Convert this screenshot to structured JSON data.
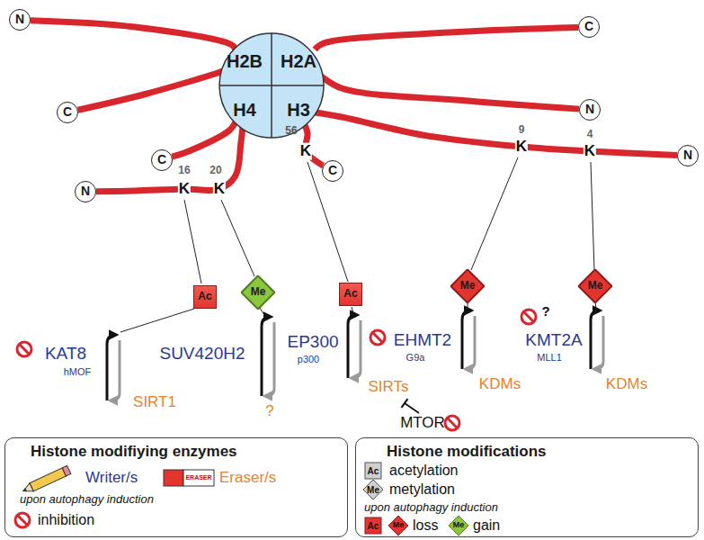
{
  "diagram": {
    "nodes": [
      {
        "text": [
          "N"
        ]
      },
      {
        "text": [
          "C"
        ]
      },
      {
        "text": [
          "H2B"
        ]
      },
      {
        "text": [
          "H2A"
        ]
      },
      {
        "text": [
          "C"
        ]
      },
      {
        "text": [
          "N"
        ]
      },
      {
        "text": [
          "H4"
        ]
      },
      {
        "text": [
          "H3"
        ]
      },
      {
        "text": [
          "C"
        ]
      },
      {
        "text": [
          "N"
        ]
      },
      {
        "text": [
          "C"
        ]
      },
      {
        "text": [
          "N"
        ]
      },
      {
        "text": [
          "Ac"
        ]
      },
      {
        "text": [
          "Me"
        ]
      },
      {
        "text": [
          "Ac"
        ]
      },
      {
        "text": [
          "Me"
        ]
      },
      {
        "text": [
          "Me"
        ]
      },
      {
        "text": [
          "Histone modifiying enzymes"
        ]
      },
      {
        "text": [
          "Histone modifications"
        ]
      }
    ],
    "edges": [
      {
        "from": 2,
        "to": 0,
        "arrow": "none"
      },
      {
        "from": 2,
        "to": 4,
        "arrow": "none"
      },
      {
        "from": 3,
        "to": 1,
        "arrow": "none"
      },
      {
        "from": 3,
        "to": 5,
        "arrow": "none"
      },
      {
        "from": 6,
        "to": 8,
        "arrow": "none"
      },
      {
        "from": 6,
        "to": 11,
        "arrow": "none"
      },
      {
        "from": 7,
        "to": 10,
        "arrow": "none"
      },
      {
        "from": 7,
        "to": 9,
        "arrow": "none"
      }
    ],
    "labels": [
      "16",
      "K",
      "20",
      "K",
      "56",
      "K",
      "9",
      "K",
      "4",
      "K",
      "KAT8",
      "hMOF",
      "SIRT1",
      "SUV420H2",
      "?",
      "EP300",
      "p300",
      "SIRTs",
      "MTOR",
      "EHMT2",
      "G9a",
      "KDMs",
      "?",
      "KMT2A",
      "MLL1",
      "KDMs",
      "ERASER",
      "upon autophagy induction",
      "Ac",
      "Me",
      "upon autophagy induction",
      "Ac",
      "Me",
      "Me"
    ],
    "legend": [
      {
        "text": "Writer/s"
      },
      {
        "text": "Eraser/s"
      },
      {
        "text": "inhibition"
      },
      {
        "text": "acetylation"
      },
      {
        "text": "metylation"
      },
      {
        "text": "loss"
      },
      {
        "text": "gain"
      }
    ]
  }
}
